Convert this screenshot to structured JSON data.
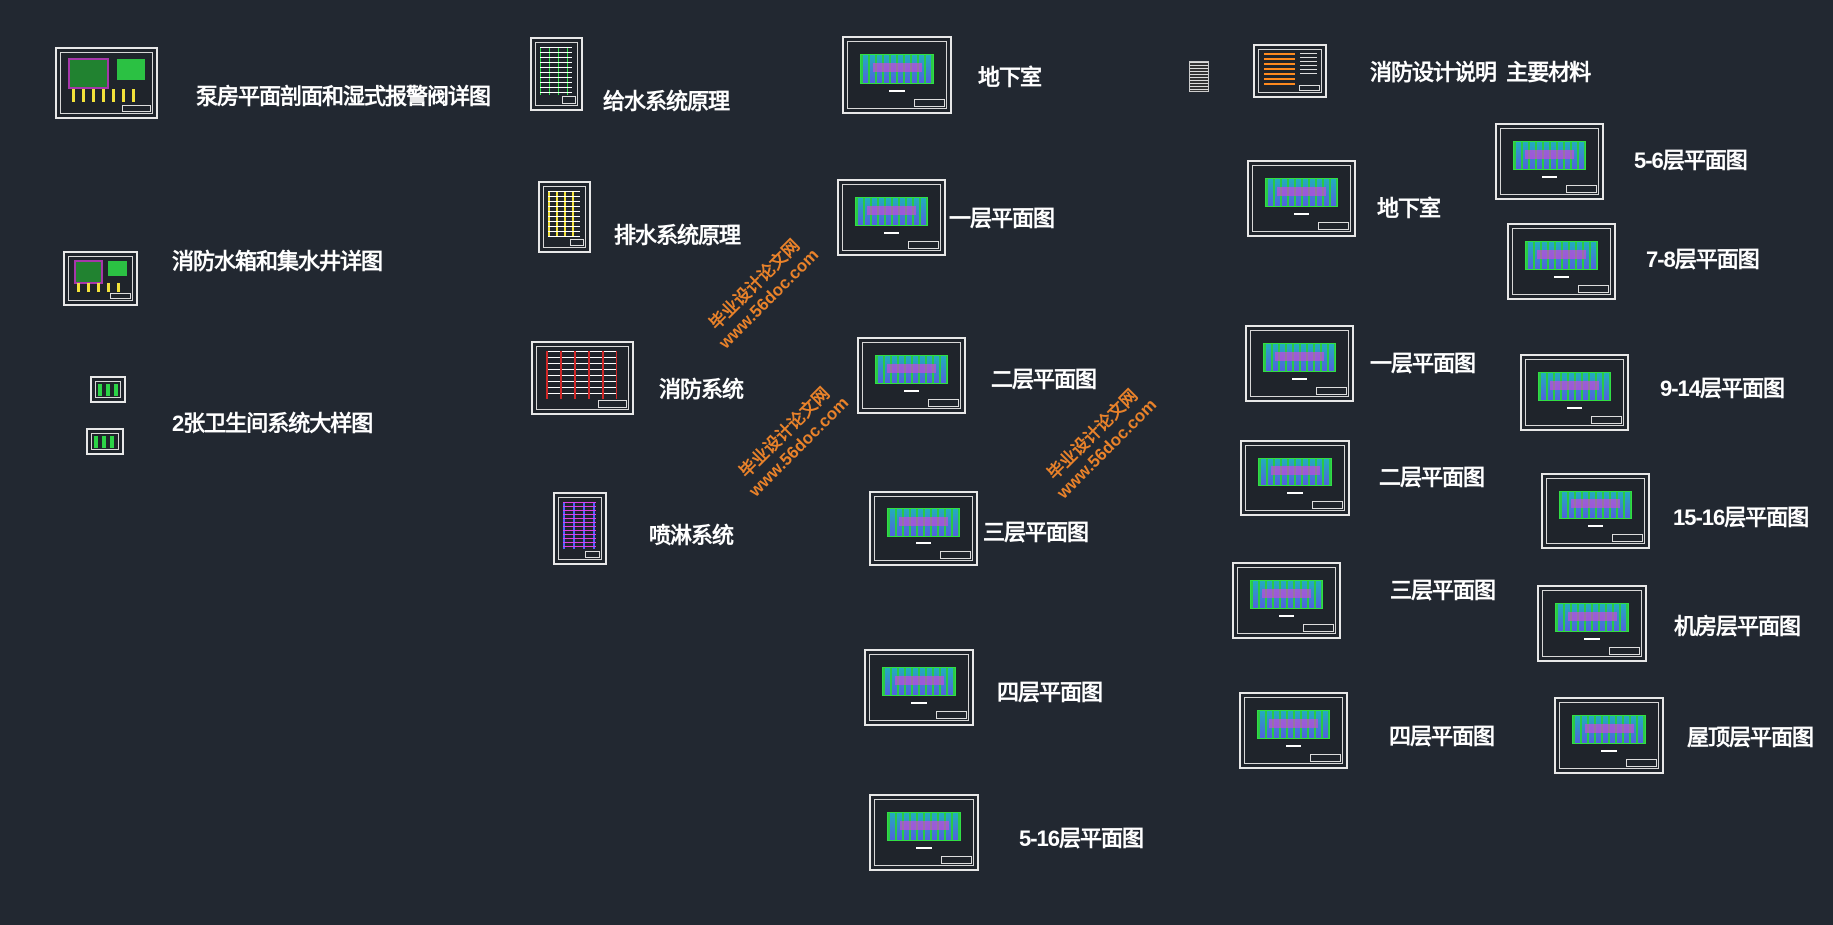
{
  "drawings": {
    "pump_room": "泵房平面剖面和湿式报警阀详图",
    "water_tank": "消防水箱和集水井详图",
    "toilet_detail": "2张卫生间系统大样图",
    "supply_system": "给水系统原理",
    "drain_system": "排水系统原理",
    "fire_system": "消防系统",
    "sprinkler_system": "喷淋系统",
    "c3_basement": "地下室",
    "c3_floor1": "一层平面图",
    "c3_floor2": "二层平面图",
    "c3_floor3": "三层平面图",
    "c3_floor4": "四层平面图",
    "c3_floor5_16": "5-16层平面图",
    "fire_design_notes": "消防设计说明  主要材料",
    "c4_basement": "地下室",
    "c4_floor1": "一层平面图",
    "c4_floor2": "二层平面图",
    "c4_floor3": "三层平面图",
    "c4_floor4": "四层平面图",
    "floor5_6": "5-6层平面图",
    "floor7_8": "7-8层平面图",
    "floor9_14": "9-14层平面图",
    "floor15_16": "15-16层平面图",
    "machine_room": "机房层平面图",
    "roof": "屋顶层平面图"
  },
  "watermark": {
    "line1": "毕业设计论文网",
    "line2": "www.56doc.com"
  },
  "colors": {
    "background": "#222831",
    "watermark": "#ff8c2a"
  }
}
